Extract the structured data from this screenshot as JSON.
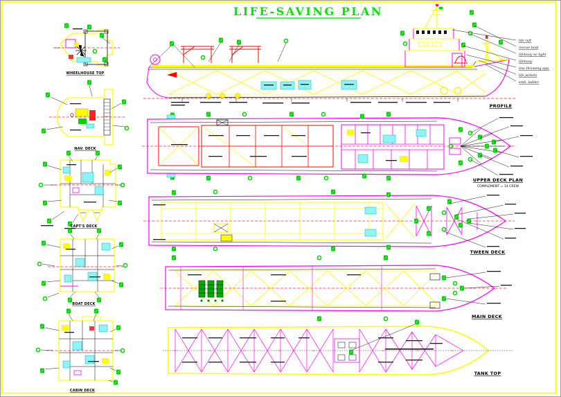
{
  "title": "LIFE-SAVING PLAN",
  "views": {
    "profile": {
      "label": "PROFILE"
    },
    "upper_deck": {
      "label": "UPPER DECK PLAN",
      "note": "COMPLEMENT = 14 CREW"
    },
    "tween_deck": {
      "label": "TWEEN DECK"
    },
    "main_deck": {
      "label": "MAIN DECK"
    },
    "tank_top": {
      "label": "TANK TOP"
    }
  },
  "side_plans": [
    {
      "label": "WHEELHOUSE TOP"
    },
    {
      "label": "NAV. DECK"
    },
    {
      "label": "CAPT'S DECK"
    },
    {
      "label": "BOAT DECK"
    },
    {
      "label": "CABIN DECK"
    }
  ],
  "legend": {
    "items": [
      "life raft",
      "rescue boat",
      "lifebuoy w/ light",
      "lifebuoy",
      "line throwing app.",
      "life jackets",
      "emb. ladder"
    ]
  },
  "colors": {
    "hull_outline": "#ff00ff",
    "structure": "#ffff00",
    "centerline": "#ff0000",
    "equipment_symbol": "#00d100",
    "rooms": "#00ffff",
    "title_text": "#00e400",
    "sheet_border": "#ffff00"
  }
}
